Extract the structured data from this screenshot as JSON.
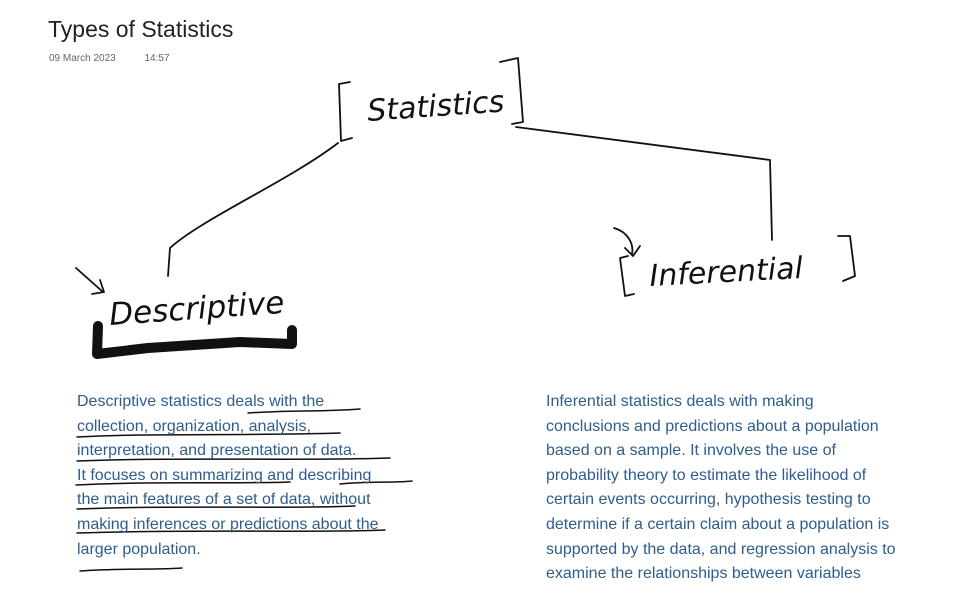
{
  "page": {
    "title": "Types of Statistics",
    "date": "09 March 2023",
    "time": "14:57"
  },
  "diagram": {
    "root": "Statistics",
    "left_branch": "Descriptive",
    "right_branch": "Inferential"
  },
  "notes": {
    "descriptive": [
      "Descriptive statistics deals with the",
      "collection, organization, analysis,",
      "interpretation, and presentation of data.",
      "It focuses on summarizing and describing",
      "the main features of a set of data, without",
      "making inferences or predictions about the",
      "larger population."
    ],
    "inferential": [
      "Inferential statistics deals with making",
      "conclusions and predictions about a population",
      "based on a sample. It involves the use of",
      "probability theory to estimate the likelihood of",
      "certain events occurring, hypothesis testing to",
      "determine if a certain claim about a population is",
      "supported by the data, and regression analysis to",
      "examine the relationships between variables"
    ]
  },
  "colors": {
    "ink": "#111111",
    "note_text": "#2e5d8e",
    "title_text": "#222222"
  }
}
